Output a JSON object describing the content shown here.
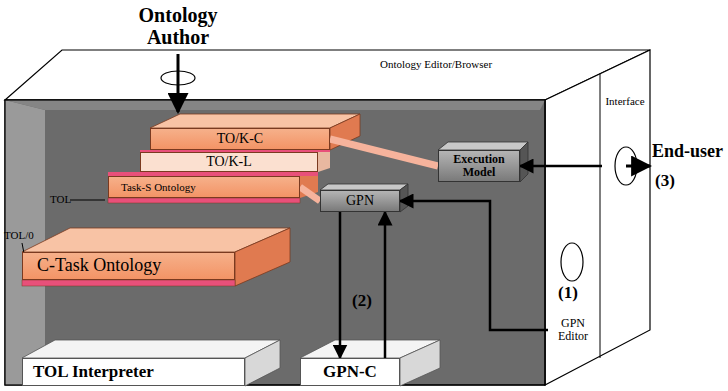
{
  "diagram": {
    "nodes": [
      {
        "text": [
          "TO/K-C"
        ]
      },
      {
        "text": [
          "TO/K-L"
        ]
      },
      {
        "text": [
          "Task-S Ontology"
        ]
      },
      {
        "text": [
          "C-Task Ontology"
        ]
      },
      {
        "text": [
          "TOL Interpreter"
        ]
      },
      {
        "text": [
          "Execution Model"
        ]
      },
      {
        "text": [
          "GPN"
        ]
      },
      {
        "text": [
          "GPN-C"
        ]
      },
      {
        "text": [
          "GPN Editor"
        ]
      },
      {
        "text": [
          "Interface"
        ]
      }
    ],
    "edges": [
      {
        "from": 0,
        "to": 5,
        "arrow": "none"
      },
      {
        "from": 2,
        "to": 6,
        "arrow": "none"
      },
      {
        "from": 6,
        "to": 7,
        "arrow": "to"
      },
      {
        "from": 7,
        "to": 6,
        "arrow": "to"
      },
      {
        "from": 8,
        "to": 6,
        "arrow": "to"
      },
      {
        "from": 9,
        "to": 5,
        "arrow": "to"
      }
    ],
    "labels": [
      "Ontology Author",
      "Ontology Editor/Browser",
      "TOL",
      "TOL/0",
      "(1)",
      "(2)",
      "(3)",
      "End-user"
    ]
  }
}
